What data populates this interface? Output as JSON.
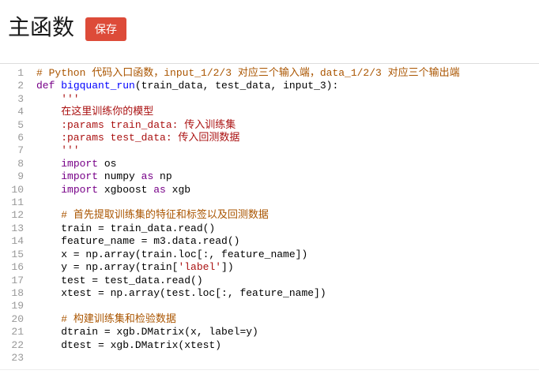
{
  "header": {
    "title": "主函数",
    "save_label": "保存"
  },
  "colors": {
    "save_button_bg": "#dd4b39",
    "comment": "#aa5500",
    "keyword": "#770088",
    "function_def": "#0000ff",
    "string": "#aa1111",
    "line_number": "#999999"
  },
  "editor": {
    "lines": [
      {
        "n": "1",
        "tokens": [
          {
            "t": "comment",
            "s": "# Python 代码入口函数，input_1/2/3 对应三个输入端，data_1/2/3 对应三个输出端"
          }
        ]
      },
      {
        "n": "2",
        "tokens": [
          {
            "t": "keyword",
            "s": "def"
          },
          {
            "t": "plain",
            "s": " "
          },
          {
            "t": "def",
            "s": "bigquant_run"
          },
          {
            "t": "plain",
            "s": "(train_data, test_data, input_3):"
          }
        ]
      },
      {
        "n": "3",
        "tokens": [
          {
            "t": "string",
            "s": "    '''"
          }
        ]
      },
      {
        "n": "4",
        "tokens": [
          {
            "t": "string",
            "s": "    在这里训练你的模型"
          }
        ]
      },
      {
        "n": "5",
        "tokens": [
          {
            "t": "string",
            "s": "    :params train_data: 传入训练集"
          }
        ]
      },
      {
        "n": "6",
        "tokens": [
          {
            "t": "string",
            "s": "    :params test_data: 传入回测数据"
          }
        ]
      },
      {
        "n": "7",
        "tokens": [
          {
            "t": "string",
            "s": "    '''"
          }
        ]
      },
      {
        "n": "8",
        "tokens": [
          {
            "t": "plain",
            "s": "    "
          },
          {
            "t": "keyword",
            "s": "import"
          },
          {
            "t": "plain",
            "s": " os"
          }
        ]
      },
      {
        "n": "9",
        "tokens": [
          {
            "t": "plain",
            "s": "    "
          },
          {
            "t": "keyword",
            "s": "import"
          },
          {
            "t": "plain",
            "s": " numpy "
          },
          {
            "t": "keyword",
            "s": "as"
          },
          {
            "t": "plain",
            "s": " np"
          }
        ]
      },
      {
        "n": "10",
        "tokens": [
          {
            "t": "plain",
            "s": "    "
          },
          {
            "t": "keyword",
            "s": "import"
          },
          {
            "t": "plain",
            "s": " xgboost "
          },
          {
            "t": "keyword",
            "s": "as"
          },
          {
            "t": "plain",
            "s": " xgb"
          }
        ]
      },
      {
        "n": "11",
        "tokens": []
      },
      {
        "n": "12",
        "tokens": [
          {
            "t": "plain",
            "s": "    "
          },
          {
            "t": "comment",
            "s": "# 首先提取训练集的特征和标签以及回测数据"
          }
        ]
      },
      {
        "n": "13",
        "tokens": [
          {
            "t": "plain",
            "s": "    train = train_data.read()"
          }
        ]
      },
      {
        "n": "14",
        "tokens": [
          {
            "t": "plain",
            "s": "    feature_name = m3.data.read()"
          }
        ]
      },
      {
        "n": "15",
        "tokens": [
          {
            "t": "plain",
            "s": "    x = np.array(train.loc[:, feature_name])"
          }
        ]
      },
      {
        "n": "16",
        "tokens": [
          {
            "t": "plain",
            "s": "    y = np.array(train["
          },
          {
            "t": "string",
            "s": "'label'"
          },
          {
            "t": "plain",
            "s": "])"
          }
        ]
      },
      {
        "n": "17",
        "tokens": [
          {
            "t": "plain",
            "s": "    test = test_data.read()"
          }
        ]
      },
      {
        "n": "18",
        "tokens": [
          {
            "t": "plain",
            "s": "    xtest = np.array(test.loc[:, feature_name])"
          }
        ]
      },
      {
        "n": "19",
        "tokens": []
      },
      {
        "n": "20",
        "tokens": [
          {
            "t": "plain",
            "s": "    "
          },
          {
            "t": "comment",
            "s": "# 构建训练集和检验数据"
          }
        ]
      },
      {
        "n": "21",
        "tokens": [
          {
            "t": "plain",
            "s": "    dtrain = xgb.DMatrix(x, label=y)"
          }
        ]
      },
      {
        "n": "22",
        "tokens": [
          {
            "t": "plain",
            "s": "    dtest = xgb.DMatrix(xtest)"
          }
        ]
      },
      {
        "n": "23",
        "tokens": []
      }
    ]
  }
}
